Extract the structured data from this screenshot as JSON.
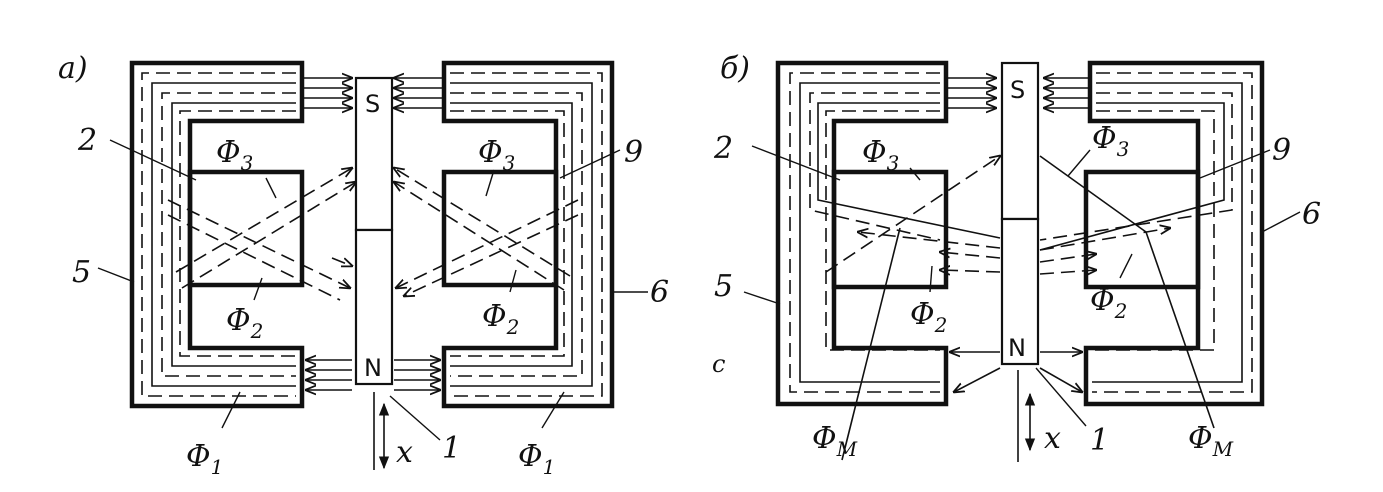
{
  "diagram": {
    "panel_a": {
      "letter": "а)",
      "magnet_top": "S",
      "magnet_bottom": "N",
      "flux_top_left": "Φ",
      "flux_top_left_sub": "3",
      "flux_top_right": "Φ",
      "flux_top_right_sub": "3",
      "flux_mid_left": "Φ",
      "flux_mid_left_sub": "2",
      "flux_mid_right": "Φ",
      "flux_mid_right_sub": "2",
      "flux_bot_left": "Φ",
      "flux_bot_left_sub": "1",
      "flux_bot_right": "Φ",
      "flux_bot_right_sub": "1",
      "num_2": "2",
      "num_9": "9",
      "num_5": "5",
      "num_6": "6",
      "num_1": "1",
      "axis_x": "x"
    },
    "panel_b": {
      "letter": "б)",
      "magnet_top": "S",
      "magnet_bottom": "N",
      "flux_top_left": "Φ",
      "flux_top_left_sub": "3",
      "flux_top_right": "Φ",
      "flux_top_right_sub": "3",
      "flux_mid_left": "Φ",
      "flux_mid_left_sub": "2",
      "flux_mid_right": "Φ",
      "flux_mid_right_sub": "2",
      "flux_bot_left": "Φ",
      "flux_bot_left_sub": "M",
      "flux_bot_right": "Φ",
      "flux_bot_right_sub": "M",
      "num_2": "2",
      "num_9": "9",
      "num_5": "5",
      "num_6": "6",
      "num_1": "1",
      "axis_x": "x",
      "stray_mark": "c"
    }
  }
}
